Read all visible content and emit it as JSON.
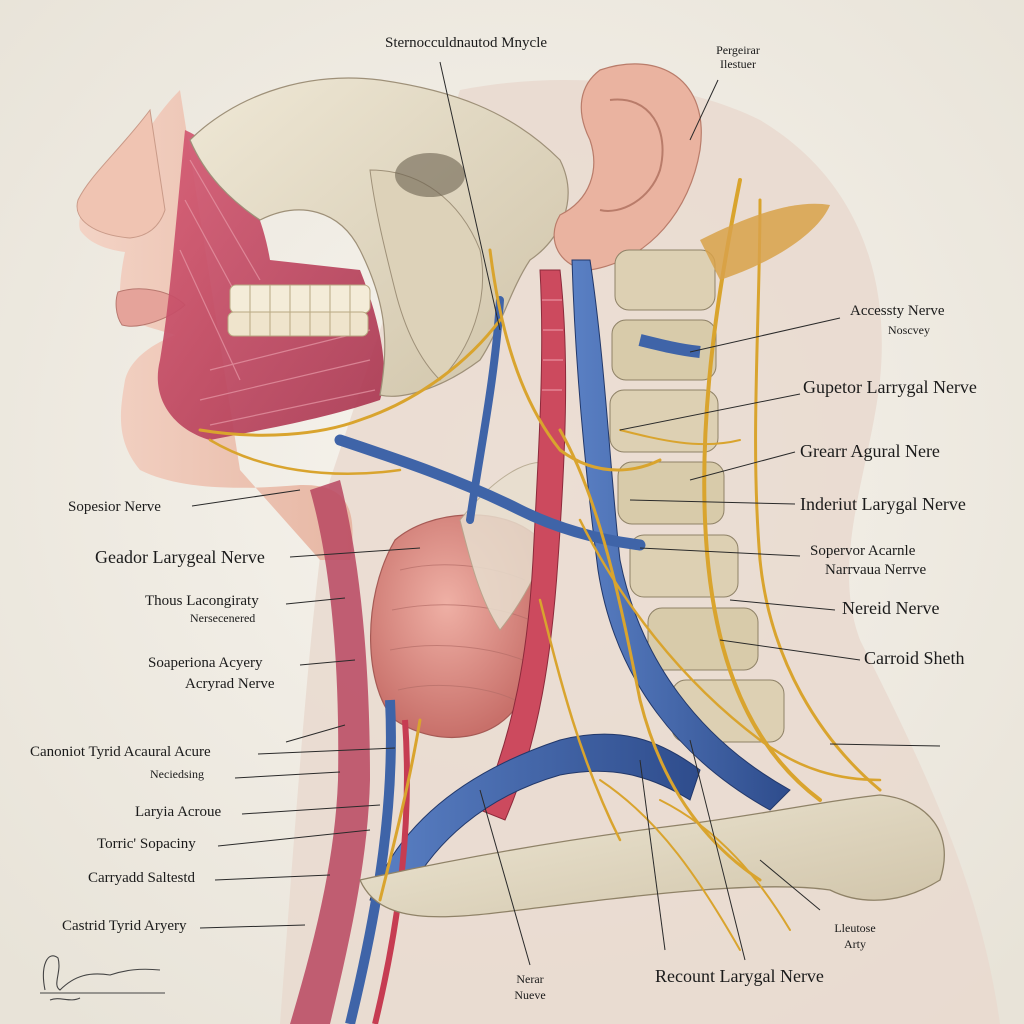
{
  "labels": {
    "sternocleidomastoid": "Sternocculdnautod Mnycle",
    "top_right_1": "Pergeirar",
    "top_right_2": "Ilestuer",
    "accessory_1": "Accessty Nerve",
    "accessory_2": "Noscvey",
    "superior_laryngeal": "Gupetor Larrygal Nerve",
    "great_auricular": "Grearr Agural Nere",
    "inferior_laryngeal": "Inderiut Larygal Nerve",
    "superior_ac_1": "Sopervor Acarnle",
    "superior_ac_2": "Narrvaua Nerrve",
    "nereid": "Nereid Nerve",
    "carotid_sheath": "Carroid Sheth",
    "sopesior": "Sopesior Nerve",
    "geador": "Geador Larygeal Nerve",
    "thous_1": "Thous Lacongiraty",
    "thous_2": "Nersecenered",
    "soaperiona_1": "Soaperiona Acyery",
    "soaperiona_2": "Acryrad Nerve",
    "canoniot": "Canoniot Tyrid Acaural Acure",
    "neciedsing": "Neciedsing",
    "laryia": "Laryia Acroue",
    "toric": "Torric' Sopaciny",
    "carryadd": "Carryadd Saltestd",
    "castrid": "Castrid Tyrid Aryery",
    "near_1": "Nerar",
    "near_2": "Nueve",
    "recount": "Recount Larygal Nerve",
    "lleutose_1": "Lleutose",
    "lleutose_2": "Arty"
  },
  "colors": {
    "background": "#f1eee6",
    "skin": "#efc5b4",
    "muscle": "#c0445e",
    "bone": "#e4dac4",
    "nerve": "#d8a52f",
    "vein": "#3f64a8",
    "artery": "#c63c52"
  }
}
